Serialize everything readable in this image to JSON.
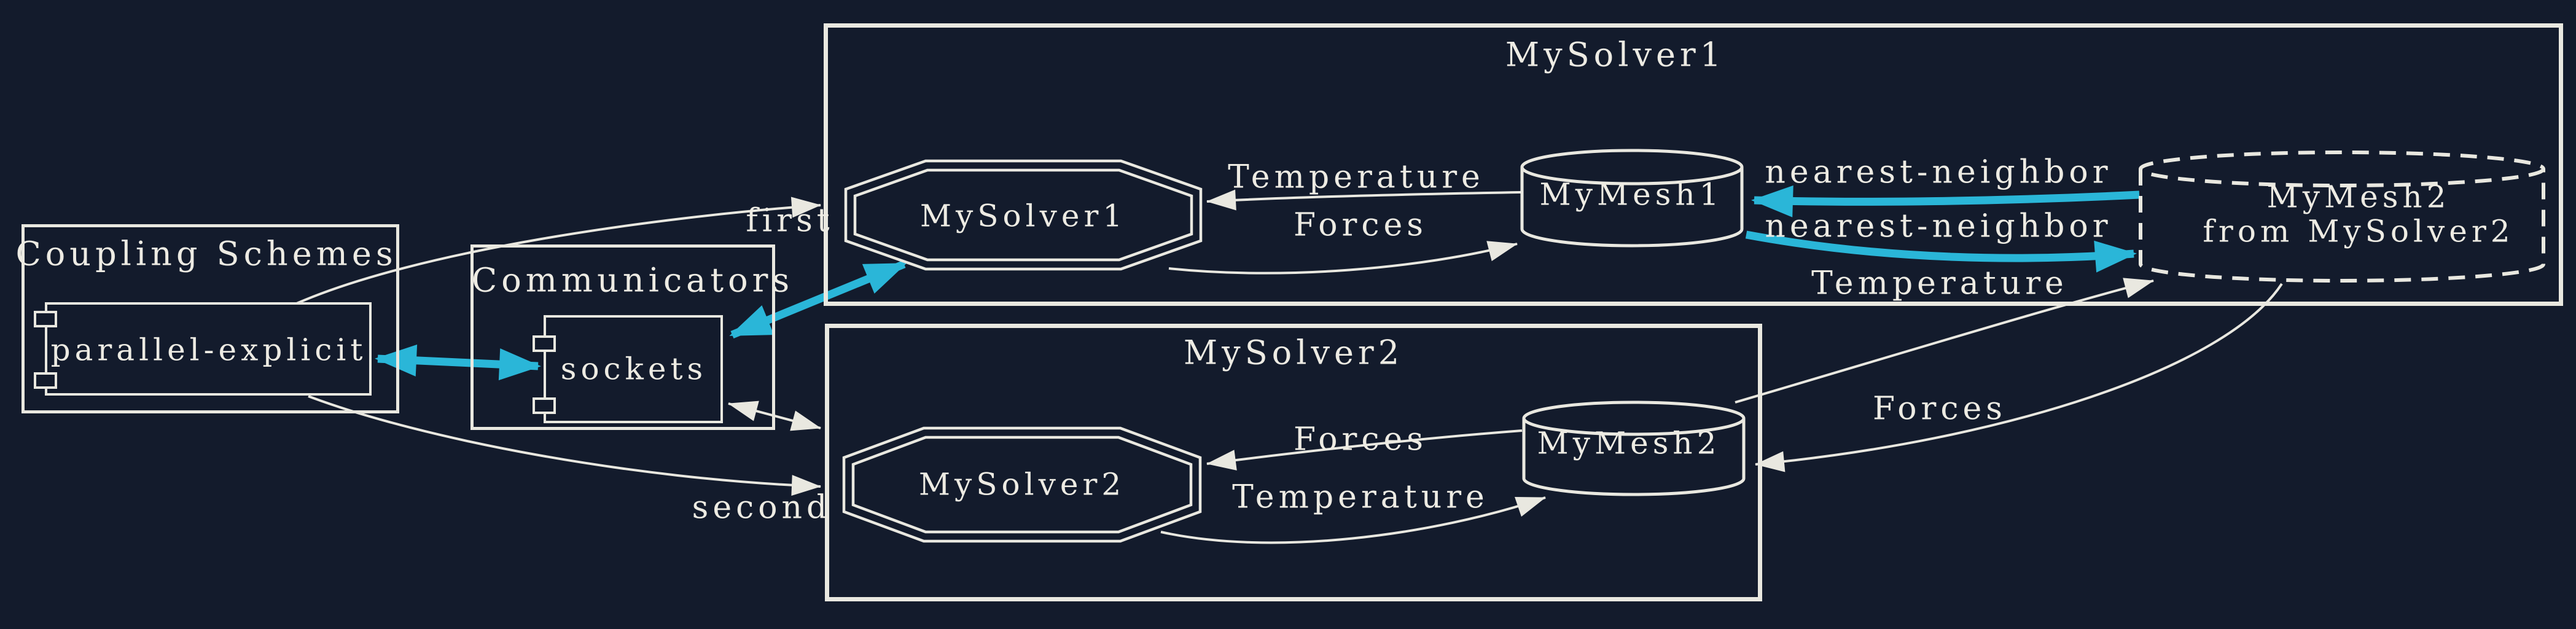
{
  "diagram": {
    "background_color": "#131b2c",
    "stroke_color": "#e9e8e0",
    "accent_color": "#2ab6d8",
    "text_color": "#edebe3"
  },
  "coupling_schemes": {
    "title": "Coupling Schemes",
    "scheme": "parallel-explicit"
  },
  "communicators": {
    "title": "Communicators",
    "communicator": "sockets"
  },
  "coupling_edges": {
    "first": "first",
    "second": "second"
  },
  "participant1": {
    "title": "MySolver1",
    "solver": "MySolver1",
    "mesh": "MyMesh1",
    "received_mesh_line1": "MyMesh2",
    "received_mesh_line2": "from MySolver2",
    "read_label": "Temperature",
    "write_label": "Forces",
    "mapping_read_label": "nearest-neighbor",
    "mapping_write_label": "nearest-neighbor"
  },
  "participant2": {
    "title": "MySolver2",
    "solver": "MySolver2",
    "mesh": "MyMesh2",
    "read_label": "Forces",
    "write_label": "Temperature"
  },
  "exchanges": {
    "temperature": "Temperature",
    "forces": "Forces"
  }
}
